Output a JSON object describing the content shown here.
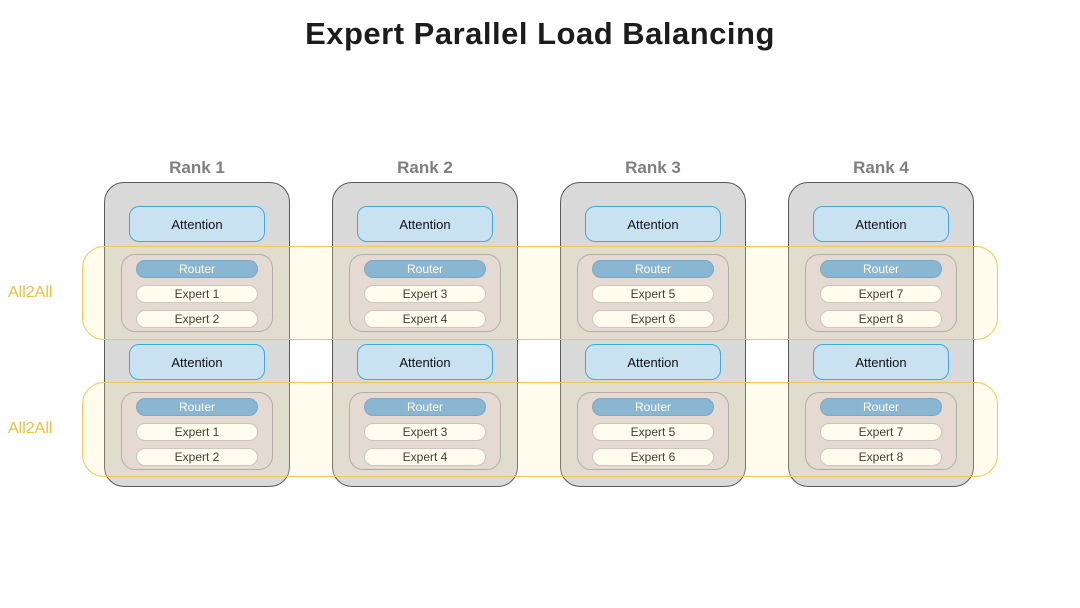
{
  "title": "Expert Parallel Load Balancing",
  "all2all": {
    "label": "All2All"
  },
  "ranks": [
    {
      "label": "Rank 1",
      "layers": [
        {
          "attention": "Attention",
          "router": "Router",
          "experts": [
            "Expert 1",
            "Expert 2"
          ]
        },
        {
          "attention": "Attention",
          "router": "Router",
          "experts": [
            "Expert 1",
            "Expert 2"
          ]
        }
      ]
    },
    {
      "label": "Rank 2",
      "layers": [
        {
          "attention": "Attention",
          "router": "Router",
          "experts": [
            "Expert 3",
            "Expert 4"
          ]
        },
        {
          "attention": "Attention",
          "router": "Router",
          "experts": [
            "Expert 3",
            "Expert 4"
          ]
        }
      ]
    },
    {
      "label": "Rank 3",
      "layers": [
        {
          "attention": "Attention",
          "router": "Router",
          "experts": [
            "Expert 5",
            "Expert 6"
          ]
        },
        {
          "attention": "Attention",
          "router": "Router",
          "experts": [
            "Expert 5",
            "Expert 6"
          ]
        }
      ]
    },
    {
      "label": "Rank 4",
      "layers": [
        {
          "attention": "Attention",
          "router": "Router",
          "experts": [
            "Expert 7",
            "Expert 8"
          ]
        },
        {
          "attention": "Attention",
          "router": "Router",
          "experts": [
            "Expert 7",
            "Expert 8"
          ]
        }
      ]
    }
  ],
  "colors": {
    "rank_header": "#7f7f7f",
    "rank_fill": "#d9d9d9",
    "rank_border": "#595959",
    "attn_fill": "#c9e2f1",
    "attn_border": "#3fa9dc",
    "moe_fill": "#ded5dd",
    "moe_border": "#a39aa8",
    "router_fill": "#6fa8dc",
    "router_border": "#5b97cf",
    "expert_border": "#c3bac6",
    "band_border": "#f4c84f",
    "band_label": "#edbd3e"
  }
}
